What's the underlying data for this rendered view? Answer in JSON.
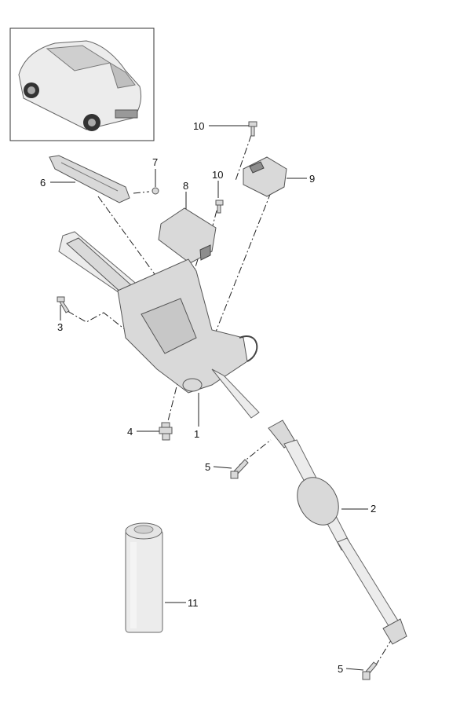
{
  "diagram": {
    "callouts": {
      "c10a": "10",
      "c9": "9",
      "c7": "7",
      "c6": "6",
      "c10b": "10",
      "c8": "8",
      "c3": "3",
      "c4": "4",
      "c1": "1",
      "c5a": "5",
      "c2": "2",
      "c11": "11",
      "c5b": "5"
    }
  }
}
